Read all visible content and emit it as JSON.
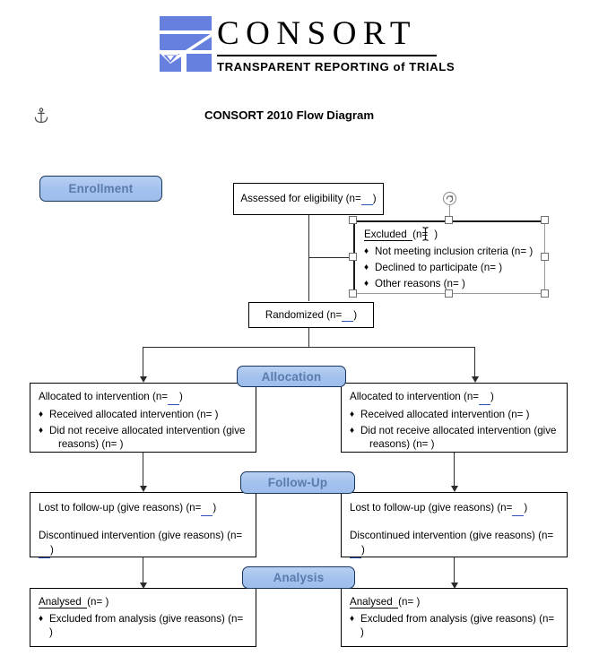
{
  "logo": {
    "wordmark": "CONSORT",
    "tagline": "TRANSPARENT REPORTING of TRIALS",
    "mark_color": "#6680DF"
  },
  "document": {
    "title": "CONSORT 2010 Flow Diagram",
    "anchor_icon": "anchor-icon"
  },
  "colors": {
    "banner_fill": "#A8C6F0",
    "banner_text": "#5B7BA8",
    "banner_border": "#17365D",
    "field_underline": "#2E53B8",
    "connector": "#2b2b2b"
  },
  "banners": [
    {
      "id": "enrollment",
      "label": "Enrollment"
    },
    {
      "id": "allocation",
      "label": "Allocation"
    },
    {
      "id": "followup",
      "label": "Follow-Up"
    },
    {
      "id": "analysis",
      "label": "Analysis"
    }
  ],
  "boxes": {
    "assessed": {
      "text": "Assessed for eligibility (n=",
      "close": ")"
    },
    "excluded": {
      "heading": "Excluded",
      "heading_tail": "(n=",
      "heading_close": ")",
      "bullets": [
        "Not meeting inclusion criteria (n=  )",
        "Declined to participate (n=  )",
        "Other reasons (n=  )"
      ],
      "bullet_glyph": "♦",
      "selected": true
    },
    "randomized": {
      "text": "Randomized (n=",
      "close": ")"
    },
    "allocation_left": {
      "lead": "Allocated to intervention (n=",
      "lead_close": ")",
      "bullets": [
        "Received allocated intervention (n=  )",
        "Did not receive allocated intervention (give"
      ],
      "continuation": "reasons) (n=  )",
      "bullet_glyph": "♦"
    },
    "allocation_right": {
      "lead": "Allocated to intervention (n=",
      "lead_close": ")",
      "bullets": [
        "Received allocated intervention (n=  )",
        "Did not receive allocated intervention (give"
      ],
      "continuation": "reasons) (n=  )",
      "bullet_glyph": "♦"
    },
    "followup_left": {
      "line1": "Lost to follow-up (give reasons) (n=",
      "line1_close": ")",
      "line2": "Discontinued intervention (give reasons) (n=",
      "line2_close": ")"
    },
    "followup_right": {
      "line1": "Lost to follow-up (give reasons) (n=",
      "line1_close": ")",
      "line2": "Discontinued intervention (give reasons) (n=",
      "line2_close": ")"
    },
    "analysis_left": {
      "heading": "Analysed",
      "heading_tail": "(n=  )",
      "bullets": [
        "Excluded from analysis (give reasons) (n=  )"
      ],
      "bullet_glyph": "♦"
    },
    "analysis_right": {
      "heading": "Analysed",
      "heading_tail": "(n=  )",
      "bullets": [
        "Excluded from analysis (give reasons) (n=  )"
      ],
      "bullet_glyph": "♦"
    }
  },
  "selection": {
    "rotate_icon": "rotate-handle-icon",
    "cursor_icon": "text-ibeam-cursor",
    "handle_icon": "resize-handle"
  }
}
